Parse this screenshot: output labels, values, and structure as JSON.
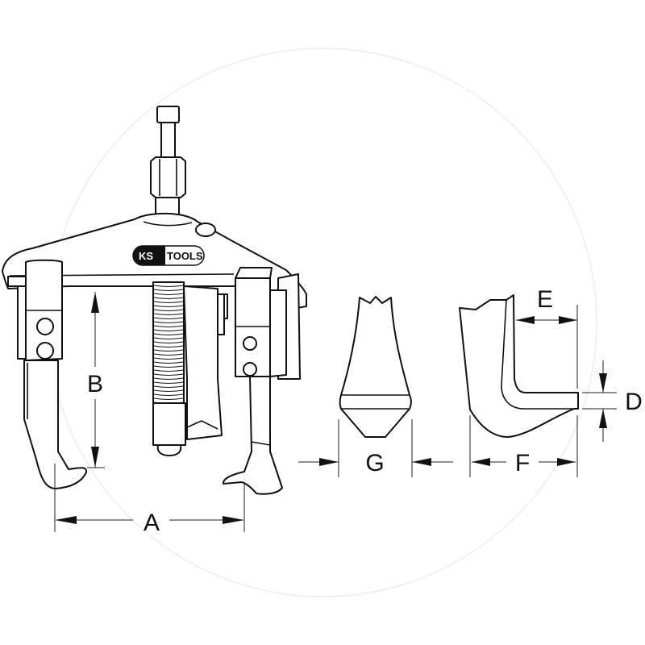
{
  "figure": {
    "brand_logo": {
      "text_left": "KS",
      "text_right": "TOOLS"
    },
    "dimension_labels": {
      "A": "A",
      "B": "B",
      "D": "D",
      "E": "E",
      "F": "F",
      "G": "G"
    },
    "colors": {
      "line": "#111111",
      "background": "#ffffff",
      "logo_fill": "#111111"
    }
  }
}
